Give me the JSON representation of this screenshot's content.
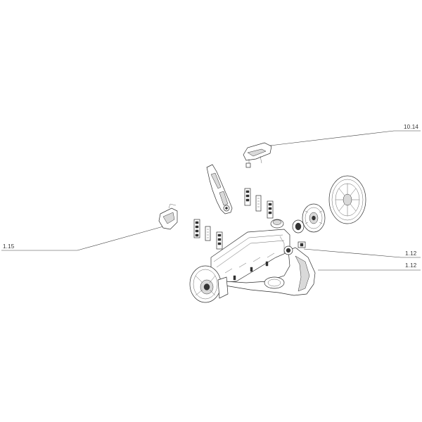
{
  "callouts": [
    {
      "id": "c1",
      "label": "10.14"
    },
    {
      "id": "c2",
      "label": "1.15"
    },
    {
      "id": "c3",
      "label": "1.12"
    },
    {
      "id": "c4",
      "label": "1.12"
    }
  ],
  "colors": {
    "ink": "#2e2e2e",
    "background": "#ffffff"
  }
}
